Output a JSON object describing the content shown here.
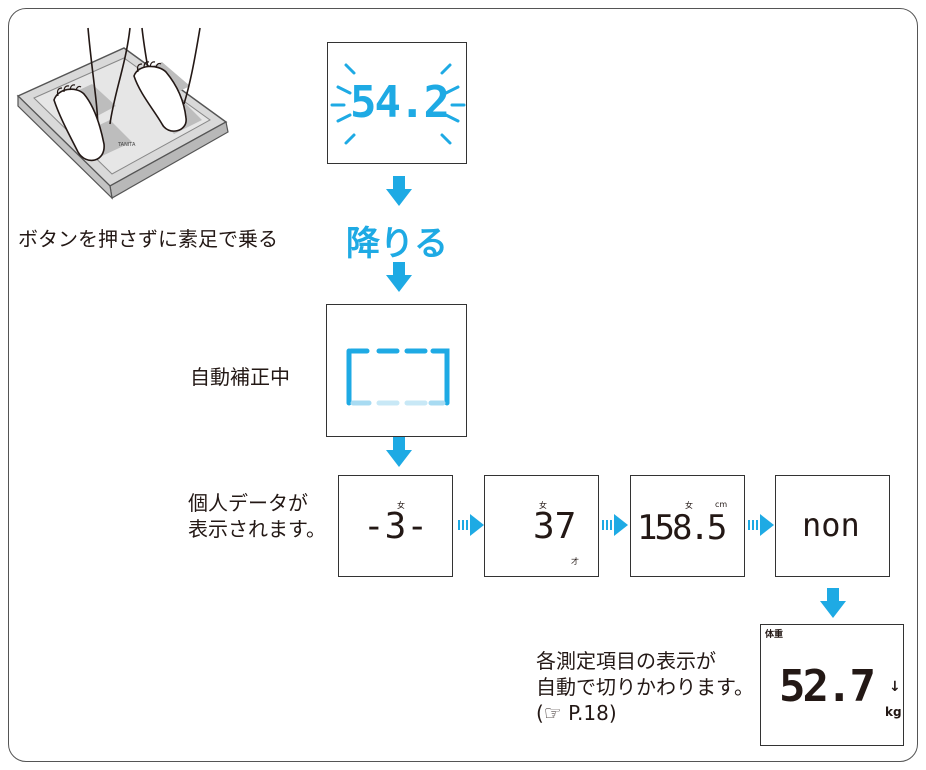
{
  "instruction_step": "ボタンを押さずに素足で乗る",
  "scale_brand": "TANITA",
  "displays": {
    "flash_reading": "54.2",
    "calibrating": "[---]",
    "gender_symbol": "女",
    "profile_number": "-3-",
    "age": "37",
    "age_unit": "才",
    "height": "158.5",
    "height_unit": "cm",
    "mode": "non",
    "result_label": "体重",
    "result_value": "52.7",
    "result_arrow": "↓",
    "result_unit": "kg"
  },
  "step_off": "降りる",
  "auto_calibrating": "自動補正中",
  "profile_shown_line1": "個人データが",
  "profile_shown_line2": "表示されます。",
  "measure_line1": "各測定項目の表示が",
  "measure_line2": "自動で切りかわります。",
  "measure_ref": "(☞ P.18)",
  "colors": {
    "accent": "#1eaae4",
    "lcd_on": "#1eaae4",
    "lcd_text": "#231815"
  }
}
